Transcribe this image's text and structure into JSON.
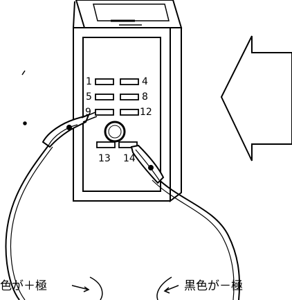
{
  "terminals": {
    "t1": "1",
    "t4": "4",
    "t5": "5",
    "t8": "8",
    "t9": "9",
    "t12": "12",
    "t13": "13",
    "t14": "14"
  },
  "captions": {
    "left": "色が＋極",
    "right": "黒色が－極"
  }
}
